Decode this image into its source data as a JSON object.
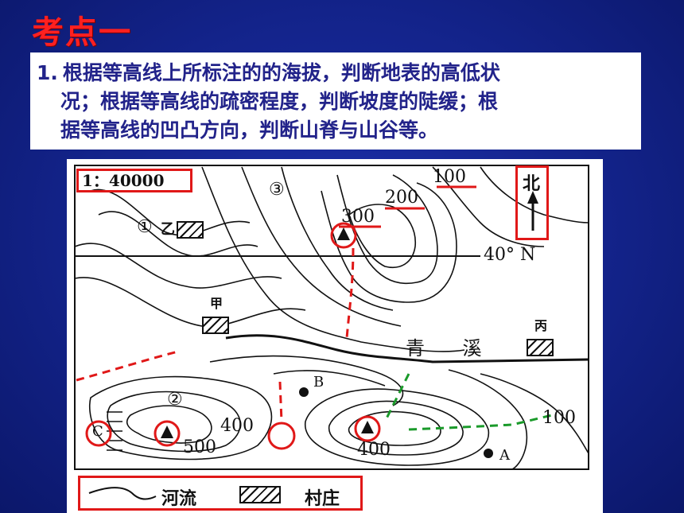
{
  "slide": {
    "title": "考点一",
    "body_num": "1.",
    "body_line1": "根据等高线上所标注的的海拔，判断地表的高低状",
    "body_line2": "况；根据等高线的疏密程度，判断坡度的陡缓；根",
    "body_line3": "据等高线的凹凸方向，判断山脊与山谷等。"
  },
  "map": {
    "scale": "1：40000",
    "north": "北",
    "latitude": "40° N",
    "contour_labels": [
      "100",
      "200",
      "300",
      "400",
      "500",
      "400",
      "100"
    ],
    "markers": {
      "one": "①",
      "two": "②",
      "three": "③",
      "yi": "乙",
      "jia": "甲",
      "bing": "丙",
      "b": "B",
      "a": "A",
      "c": "C"
    },
    "stream": "青 溪",
    "legend": {
      "river": "河流",
      "village": "村庄"
    }
  },
  "colors": {
    "accent_red": "#e01818",
    "dashed_green": "#1a9a2a",
    "background_blue": "#13238a",
    "text_blue": "#22238a"
  }
}
